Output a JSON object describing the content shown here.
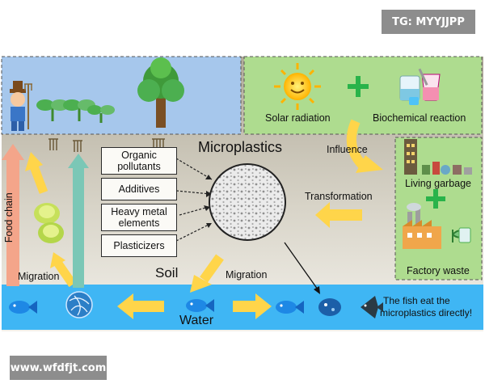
{
  "watermarks": {
    "tg": "TG: MYYJJPP",
    "site": "www.wfdfjt.com"
  },
  "colors": {
    "sky": "#a6c7ec",
    "green_panel": "#aedc8f",
    "soil_top": "#b0aa99",
    "water": "#3fb6f4",
    "arrow_yellow": "#ffd54a",
    "arrow_salmon": "#f4a58a",
    "arrow_teal": "#7bc7b6",
    "plus_green": "#29b34a"
  },
  "title": "Microplastics",
  "additive_boxes": [
    "Organic pollutants",
    "Additives",
    "Heavy metal elements",
    "Plasticizers"
  ],
  "sources": {
    "solar": "Solar radiation",
    "biochem": "Biochemical reaction",
    "living": "Living garbage",
    "factory": "Factory waste"
  },
  "labels": {
    "influence": "Influence",
    "transformation": "Transformation",
    "food_chain": "Food chain",
    "migration_left": "Migration",
    "migration_mid": "Migration",
    "soil": "Soil",
    "water": "Water",
    "fish_note_line1": "The fish eat the",
    "fish_note_line2": "microplastics directly!"
  }
}
